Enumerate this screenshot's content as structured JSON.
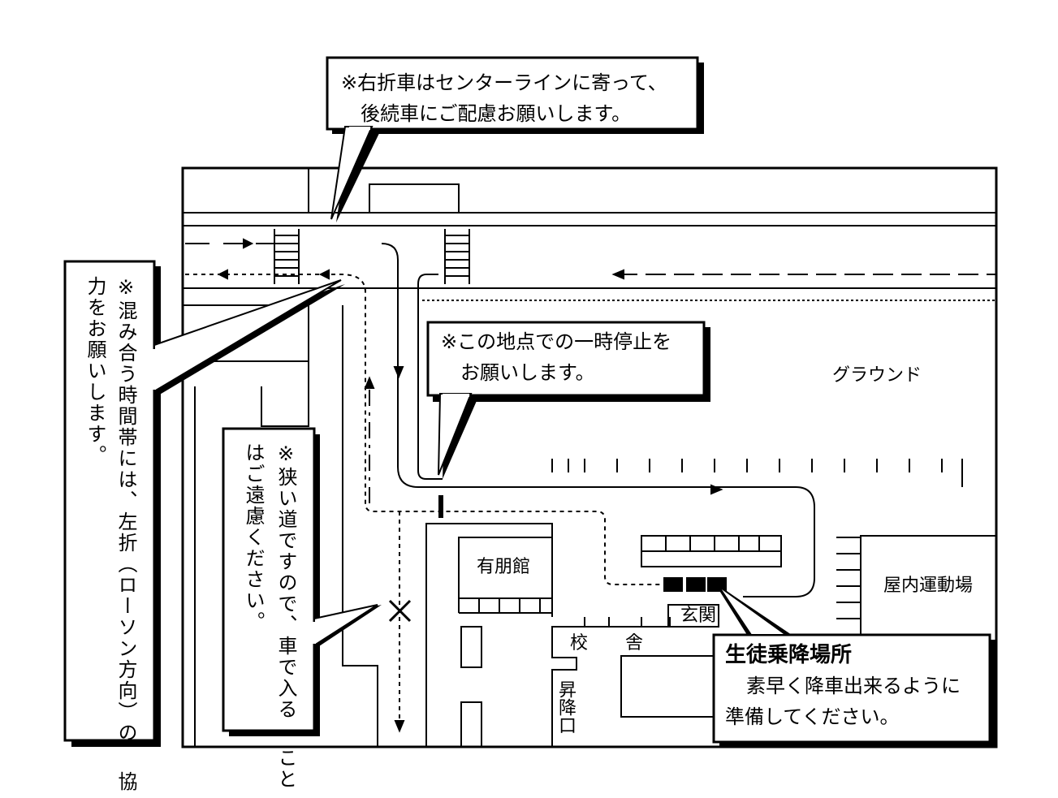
{
  "callouts": {
    "right_turn": {
      "line1": "※右折車はセンターラインに寄って、",
      "line2": "後続車にご配慮お願いします。"
    },
    "congestion": {
      "line1": "※混み合う時間帯には、左折（ローソン方向）の",
      "line2": "協力をお願いします。"
    },
    "narrow_road": {
      "line1": "※狭い道ですので、車で入る",
      "line2": "ことはご遠慮ください。"
    },
    "stop_point": {
      "line1": "※この地点での一時停止を",
      "line2": "お願いします。"
    },
    "dropoff": {
      "title": "生徒乗降場所",
      "line1": "素早く降車出来るように",
      "line2": "準備してください。"
    }
  },
  "labels": {
    "ground": "グラウンド",
    "yuhokan": "有朋館",
    "gym": "屋内運動場",
    "entrance": "玄関",
    "school_building_1": "校",
    "school_building_2": "舎",
    "stair": "昇降口"
  },
  "icons": {
    "no_entry": "cross-mark",
    "arrows": "direction-arrows"
  }
}
